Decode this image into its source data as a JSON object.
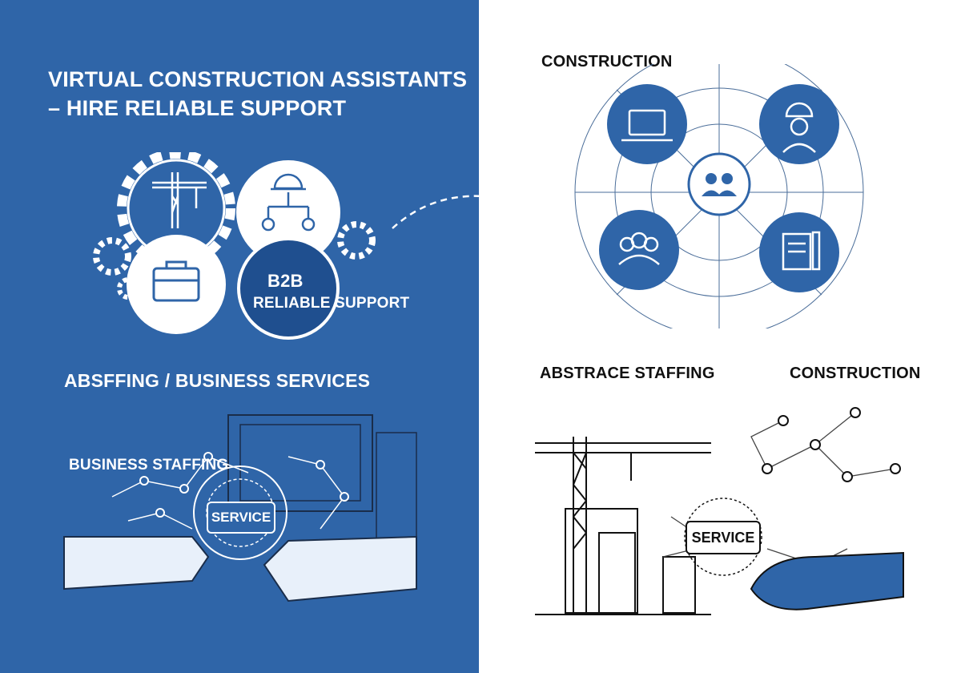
{
  "left": {
    "title_line1": "VIRTUAL CONSTRUCTION ASSISTANTS",
    "title_line2": "– HIRE RELIABLE SUPPORT",
    "b2b_label": "B2B",
    "b2b_sub": "RELIABLE SUPPORT",
    "section_heading": "ABSFFING / BUSINESS SERVICES",
    "staffing_label": "BUSINESS STAFFING",
    "service_label": "SERVICE"
  },
  "right": {
    "top_heading": "CONSTRUCTION",
    "bottom_left_heading": "ABSTRACE STAFFING",
    "bottom_right_heading": "CONSTRUCTION",
    "service_label": "SERVICE"
  },
  "colors": {
    "brand_blue": "#2f65a8",
    "dark_blue": "#1f4f8f",
    "white": "#ffffff",
    "ink": "#111111"
  },
  "icons": {
    "crane": "crane-icon",
    "hardhat": "hardhat-icon",
    "briefcase": "briefcase-icon",
    "laptop": "laptop-icon",
    "worker": "worker-icon",
    "team": "team-icon",
    "blueprint": "blueprint-icon",
    "handshake": "handshake-icon"
  }
}
